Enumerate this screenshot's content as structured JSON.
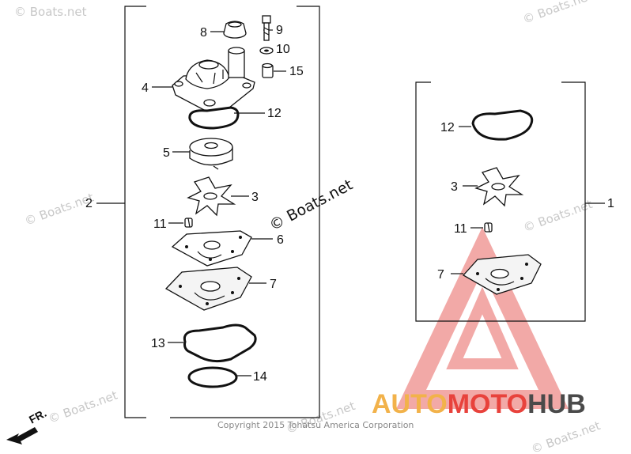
{
  "callouts": {
    "c1": "1",
    "c2": "2",
    "c3a": "3",
    "c3b": "3",
    "c4": "4",
    "c5": "5",
    "c6": "6",
    "c7a": "7",
    "c7b": "7",
    "c8": "8",
    "c9": "9",
    "c10": "10",
    "c11a": "11",
    "c11b": "11",
    "c12a": "12",
    "c12b": "12",
    "c13": "13",
    "c14": "14",
    "c15": "15"
  },
  "watermark": {
    "center": "© Boats.net",
    "repeat": "© Boats.net"
  },
  "copyright": "Copyright 2015 Tohatsu America Corporation",
  "direction_label": "FR.",
  "logo": {
    "part1": "AUTO",
    "part2": "MOTO",
    "part3": "HUB"
  },
  "colors": {
    "logo_orange": "#f2b24a",
    "logo_red": "#e8423c",
    "logo_gray": "#4a4a4a",
    "triangle": "#f09a98"
  }
}
